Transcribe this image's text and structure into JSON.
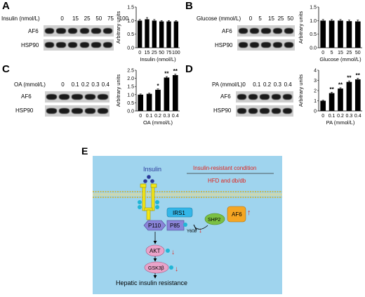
{
  "panels": {
    "A": {
      "label": "A",
      "treatment_label": "Insulin (nmol/L)",
      "doses": [
        "0",
        "15",
        "25",
        "50",
        "75",
        "100"
      ],
      "blot_rows": [
        "AF6",
        "HSP90"
      ],
      "chart_data": {
        "type": "bar",
        "categories": [
          "0",
          "15",
          "25",
          "50",
          "75",
          "100"
        ],
        "values": [
          1.0,
          1.05,
          1.0,
          0.97,
          0.97,
          0.97
        ],
        "errors": [
          0.04,
          0.06,
          0.04,
          0.03,
          0.03,
          0.03
        ],
        "sig": [
          "",
          "",
          "",
          "",
          "",
          ""
        ],
        "ylabel": "Arbitrary units",
        "xlabel": "Insulin (nmol/L)",
        "yticks": [
          "0.0",
          "0.5",
          "1.0",
          "1.5"
        ],
        "ylim": [
          0,
          1.5
        ]
      }
    },
    "B": {
      "label": "B",
      "treatment_label": "Glucose (mmol/L)",
      "doses": [
        "0",
        "5",
        "15",
        "25",
        "50"
      ],
      "blot_rows": [
        "AF6",
        "HSP90"
      ],
      "chart_data": {
        "type": "bar",
        "categories": [
          "0",
          "5",
          "15",
          "25",
          "50"
        ],
        "values": [
          1.0,
          1.0,
          1.0,
          0.98,
          0.97
        ],
        "errors": [
          0.04,
          0.04,
          0.04,
          0.04,
          0.05
        ],
        "sig": [
          "",
          "",
          "",
          "",
          ""
        ],
        "ylabel": "Arbitrary units",
        "xlabel": "Glucose (mmol/L)",
        "yticks": [
          "0.0",
          "0.5",
          "1.0",
          "1.5"
        ],
        "ylim": [
          0,
          1.5
        ]
      }
    },
    "C": {
      "label": "C",
      "treatment_label": "OA (mmol/L)",
      "doses": [
        "0",
        "0.1",
        "0.2",
        "0.3",
        "0.4"
      ],
      "blot_rows": [
        "AF6",
        "HSP90"
      ],
      "chart_data": {
        "type": "bar",
        "categories": [
          "0",
          "0.1",
          "0.2",
          "0.3",
          "0.4"
        ],
        "values": [
          1.0,
          1.05,
          1.3,
          2.05,
          2.2
        ],
        "errors": [
          0.04,
          0.04,
          0.05,
          0.06,
          0.06
        ],
        "sig": [
          "",
          "",
          "*",
          "**",
          "**"
        ],
        "ylabel": "Arbitrary units",
        "xlabel": "OA (mmol/L)",
        "yticks": [
          "0.0",
          "0.5",
          "1.0",
          "1.5",
          "2.0",
          "2.5"
        ],
        "ylim": [
          0,
          2.5
        ]
      }
    },
    "D": {
      "label": "D",
      "treatment_label": "PA (mmol/L)",
      "doses": [
        "0",
        "0.1",
        "0.2",
        "0.3",
        "0.4"
      ],
      "blot_rows": [
        "AF6",
        "HSP90"
      ],
      "chart_data": {
        "type": "bar",
        "categories": [
          "0",
          "0.1",
          "0.2",
          "0.3",
          "0.4"
        ],
        "values": [
          1.0,
          1.75,
          2.2,
          2.85,
          3.1
        ],
        "errors": [
          0.05,
          0.08,
          0.08,
          0.1,
          0.1
        ],
        "sig": [
          "",
          "**",
          "**",
          "**",
          "**"
        ],
        "ylabel": "Arbitrary units",
        "xlabel": "PA (mmol/L)",
        "yticks": [
          "0",
          "1",
          "2",
          "3",
          "4"
        ],
        "ylim": [
          0,
          4
        ]
      }
    }
  },
  "diagram": {
    "label": "E",
    "insulin": "Insulin",
    "condition_title": "Insulin-resistant condition",
    "condition_sub": "HFD and db/db",
    "irs1": "IRS1",
    "p110": "P110",
    "p85": "P85",
    "y608": "Y608",
    "shp2": "SHP2",
    "af6": "AF6",
    "akt": "AKT",
    "gsk": "GSK3β",
    "phospho": "P",
    "outcome": "Hepatic insulin resistance",
    "colors": {
      "background": "#9fd4ee",
      "red": "#e0231c",
      "af6": "#f5a623",
      "shp2": "#7bc043",
      "irs1": "#33b6e8",
      "p110": "#8a84d8",
      "akt": "#e9a3c9",
      "receptor": "#f2e619",
      "insulin": "#2b3a9a"
    }
  }
}
